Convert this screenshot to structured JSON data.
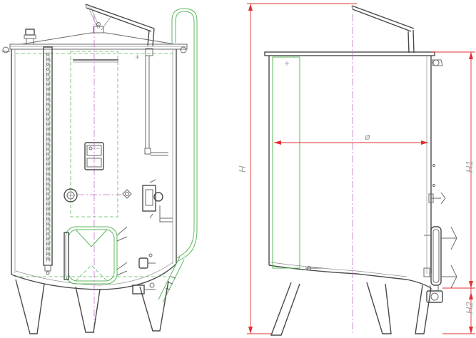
{
  "dimensions": {
    "height_label": "H",
    "diameter_label": "ø",
    "h1_label": "H1",
    "h2_label": "H2"
  },
  "colors": {
    "outline": "#6a6a6a",
    "fittings": "#5cb85c",
    "centerline": "#c070c0",
    "dimension": "#e03030",
    "dimension_text": "#9aa79a"
  }
}
